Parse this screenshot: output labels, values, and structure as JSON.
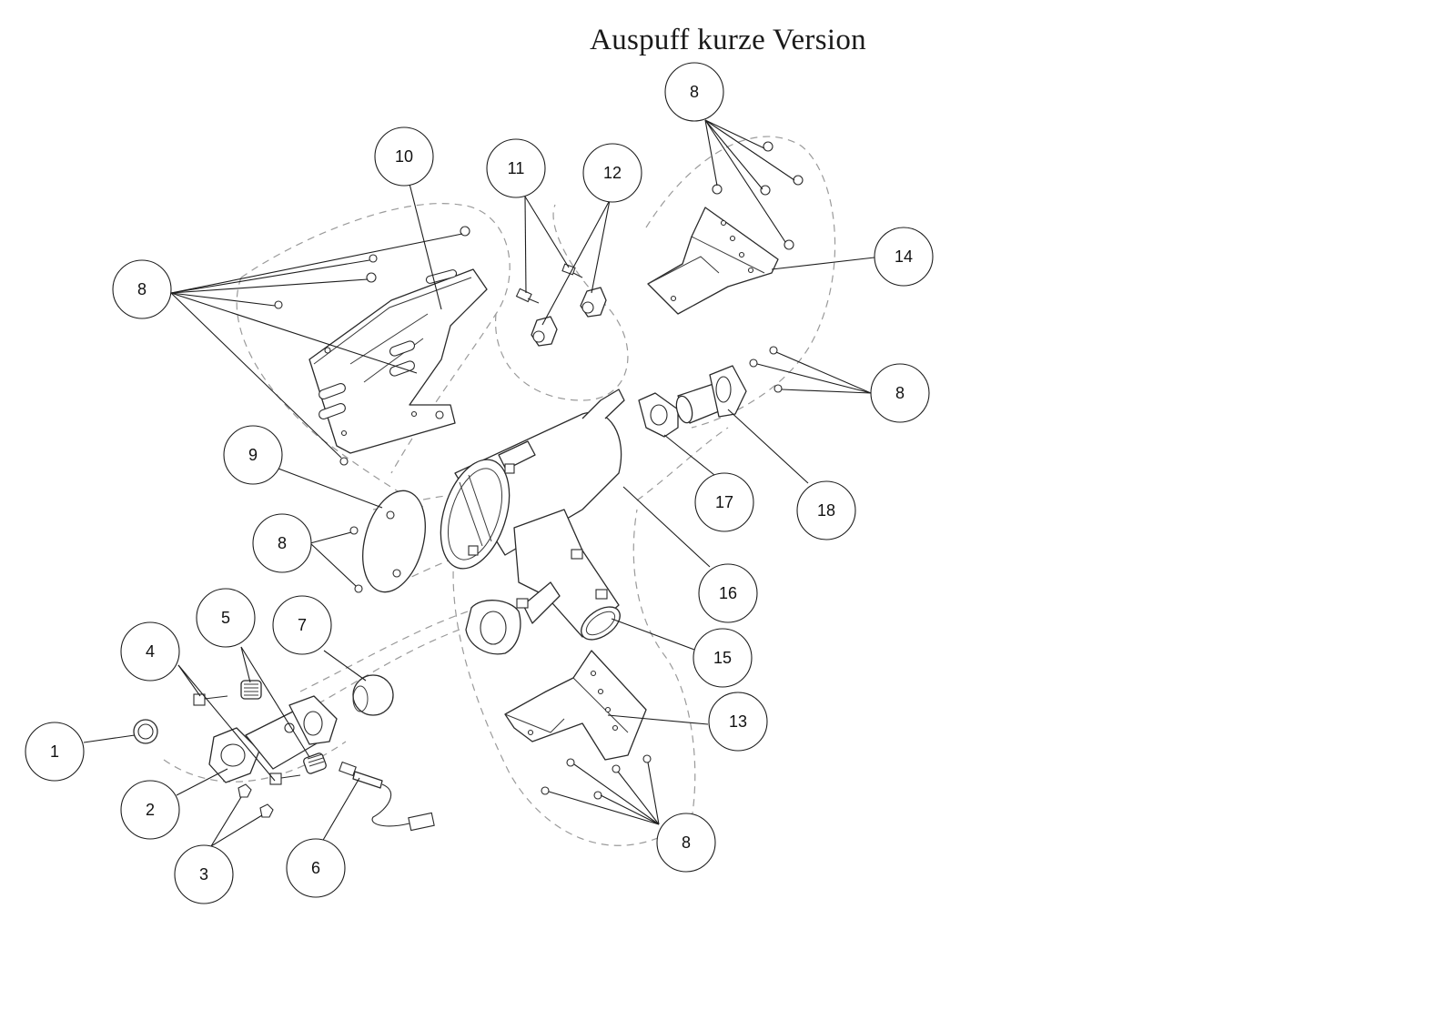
{
  "title": "Auspuff kurze Version",
  "callouts": [
    {
      "id": "c1",
      "label": "1"
    },
    {
      "id": "c2",
      "label": "2"
    },
    {
      "id": "c3",
      "label": "3"
    },
    {
      "id": "c4",
      "label": "4"
    },
    {
      "id": "c5",
      "label": "5"
    },
    {
      "id": "c6",
      "label": "6"
    },
    {
      "id": "c7",
      "label": "7"
    },
    {
      "id": "c8a",
      "label": "8"
    },
    {
      "id": "c8b",
      "label": "8"
    },
    {
      "id": "c8c",
      "label": "8"
    },
    {
      "id": "c8d",
      "label": "8"
    },
    {
      "id": "c8e",
      "label": "8"
    },
    {
      "id": "c9",
      "label": "9"
    },
    {
      "id": "c10",
      "label": "10"
    },
    {
      "id": "c11",
      "label": "11"
    },
    {
      "id": "c12",
      "label": "12"
    },
    {
      "id": "c13",
      "label": "13"
    },
    {
      "id": "c14",
      "label": "14"
    },
    {
      "id": "c15",
      "label": "15"
    },
    {
      "id": "c16",
      "label": "16"
    },
    {
      "id": "c17",
      "label": "17"
    },
    {
      "id": "c18",
      "label": "18"
    }
  ]
}
